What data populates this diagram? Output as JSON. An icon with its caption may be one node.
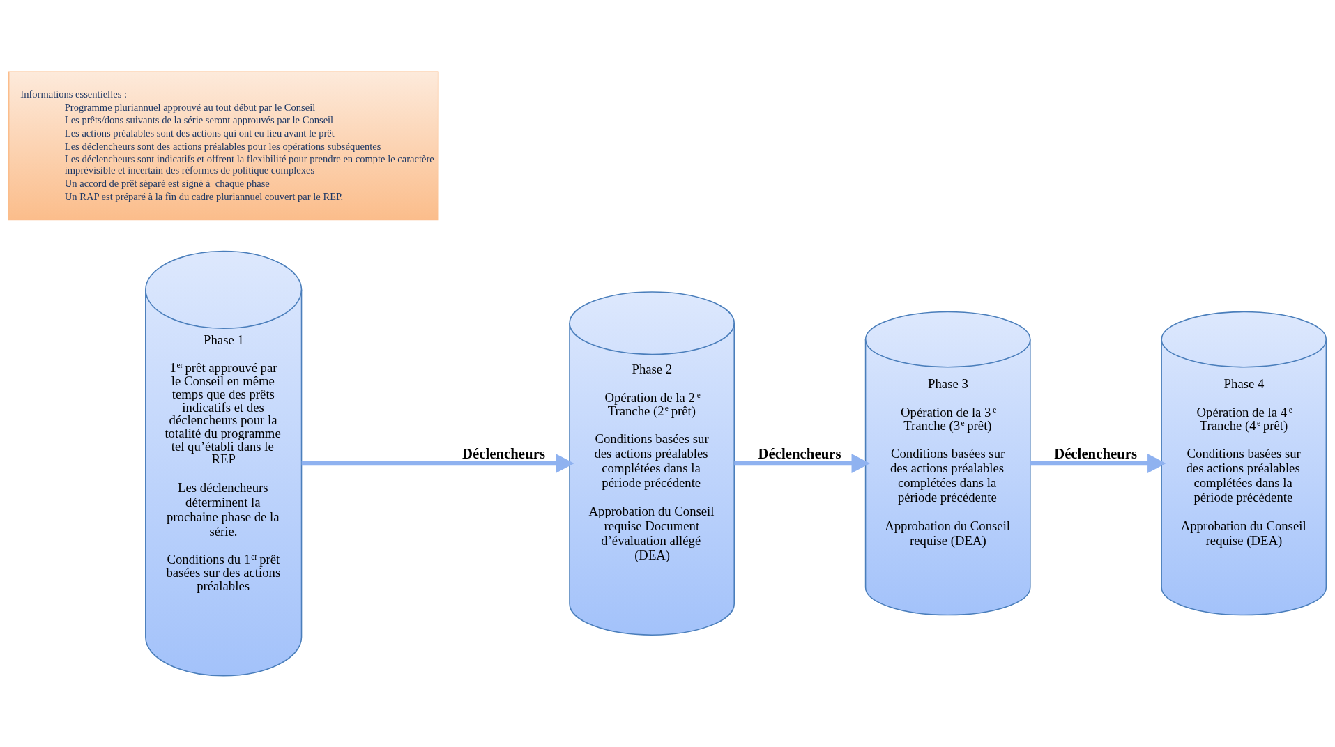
{
  "diagram": {
    "nodes": [
      {
        "text": [
          "Phase 1",
          "1$^{er}$ prêt approuvé par le Conseil en même temps que des prêts indicatifs et des déclencheurs pour la totalité du programme tel qu’établi dans le REP",
          "Les déclencheurs déterminent la prochaine phase de la série.",
          "Conditions du 1$^{er}$ prêt basées sur des actions préalables"
        ]
      },
      {
        "text": [
          "Phase 2",
          "Opération de la 2$^{e}$ Tranche (2$^{e}$ prêt)",
          "Conditions basées sur des actions préalables complétées dans la période précédente",
          "Approbation du Conseil requise Document d’évaluation allégé (DEA)"
        ]
      },
      {
        "text": [
          "Phase 3",
          "Opération de la 3$^{e}$ Tranche (3$^{e}$ prêt)",
          "Conditions basées sur des actions préalables complétées dans la période précédente",
          "Approbation du Conseil requise (DEA)"
        ]
      },
      {
        "text": [
          "Phase 4",
          "Opération de la 4$^{e}$ Tranche (4$^{e}$ prêt)",
          "Conditions basées sur des actions préalables complétées dans la période précédente",
          "Approbation du Conseil requise (DEA)"
        ]
      },
      {
        "text": [
          "Informations essentielles :",
          "Programme pluriannuel approuvé au tout début par le Conseil",
          "Les prêts/dons suivants de la série seront approuvés par le Conseil",
          "Les actions préalables sont des actions qui ont eu lieu avant le prêt",
          "Les déclencheurs sont des actions préalables pour les opérations subséquentes",
          "Les déclencheurs sont indicatifs et offrent la flexibilité pour prendre en compte le caractère imprévisible et incertain des réformes de politique complexes",
          "Un accord de prêt séparé est signé à  chaque phase",
          "Un RAP est préparé à la fin du cadre pluriannuel couvert par le REP."
        ]
      }
    ],
    "edges": [
      {
        "from": 0,
        "to": 1,
        "arrow": "to",
        "label": "Déclencheurs"
      },
      {
        "from": 1,
        "to": 2,
        "arrow": "to",
        "label": "Déclencheurs"
      },
      {
        "from": 2,
        "to": 3,
        "arrow": "to",
        "label": "Déclencheurs"
      }
    ]
  }
}
